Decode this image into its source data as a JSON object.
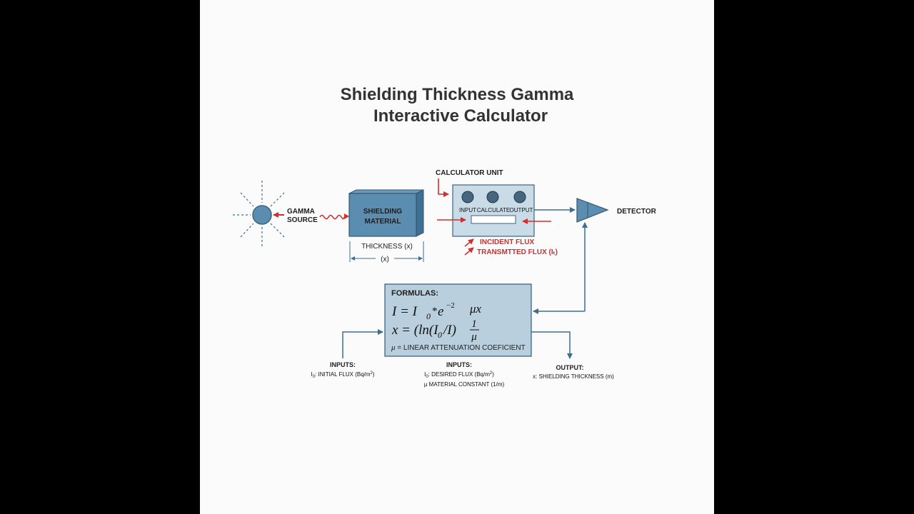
{
  "title_line1": "Shielding Thickness Gamma",
  "title_line2": "Interactive Calculator",
  "gamma_source": {
    "line1": "GAMMA",
    "line2": "SOURCE"
  },
  "shielding": {
    "line1": "SHIELDING",
    "line2": "MATERIAL",
    "thickness": "THICKNESS (x)",
    "dim": "(x)"
  },
  "calculator": {
    "title": "CALCULATOR UNIT",
    "knobs": [
      "INPUT",
      "CALCULATE",
      "OUTPUT"
    ],
    "incident": "INCIDENT FLUX",
    "transmitted": "TRANSMTTED FLUX (Iₜ)"
  },
  "detector": "DETECTOR",
  "formulas": {
    "heading": "FORMULAS:",
    "f1_lhs": "I = I",
    "f1_sub": "0",
    "f1_star": "*",
    "f1_e": "e",
    "f1_exp": "−2",
    "f1_mu": "μx",
    "f2_lhs": "x = (ln(I",
    "f2_sub": "0",
    "f2_rest": "/I)",
    "f2_num": "1",
    "f2_den": "μ",
    "mu_sym": "μ",
    "mu_text": " = LINEAR ATTENUATION COEFICIENT"
  },
  "inputs_left": {
    "heading": "INPUTS:",
    "pre": "I",
    "sub": "0",
    "text": ": INITIAL FLUX (Bq/m",
    "sup": "2",
    "close": ")"
  },
  "inputs_mid": {
    "heading": "INPUTS:",
    "pre": "I",
    "sub": "0",
    "text": ": DESIRED FLUX (Bq/m",
    "sup": "2",
    "close": ")",
    "line2": "μ MATERIAL CONSTANT (1/m)"
  },
  "output": {
    "heading": "OUTPUT:",
    "text": "x: SHIELDING THICKNESS (m)"
  },
  "colors": {
    "box_fill": "#b9cfdd",
    "box_stroke": "#3b6580",
    "block_fill": "#5b8db0",
    "red": "#d62c2c",
    "line": "#3b6f8c"
  }
}
